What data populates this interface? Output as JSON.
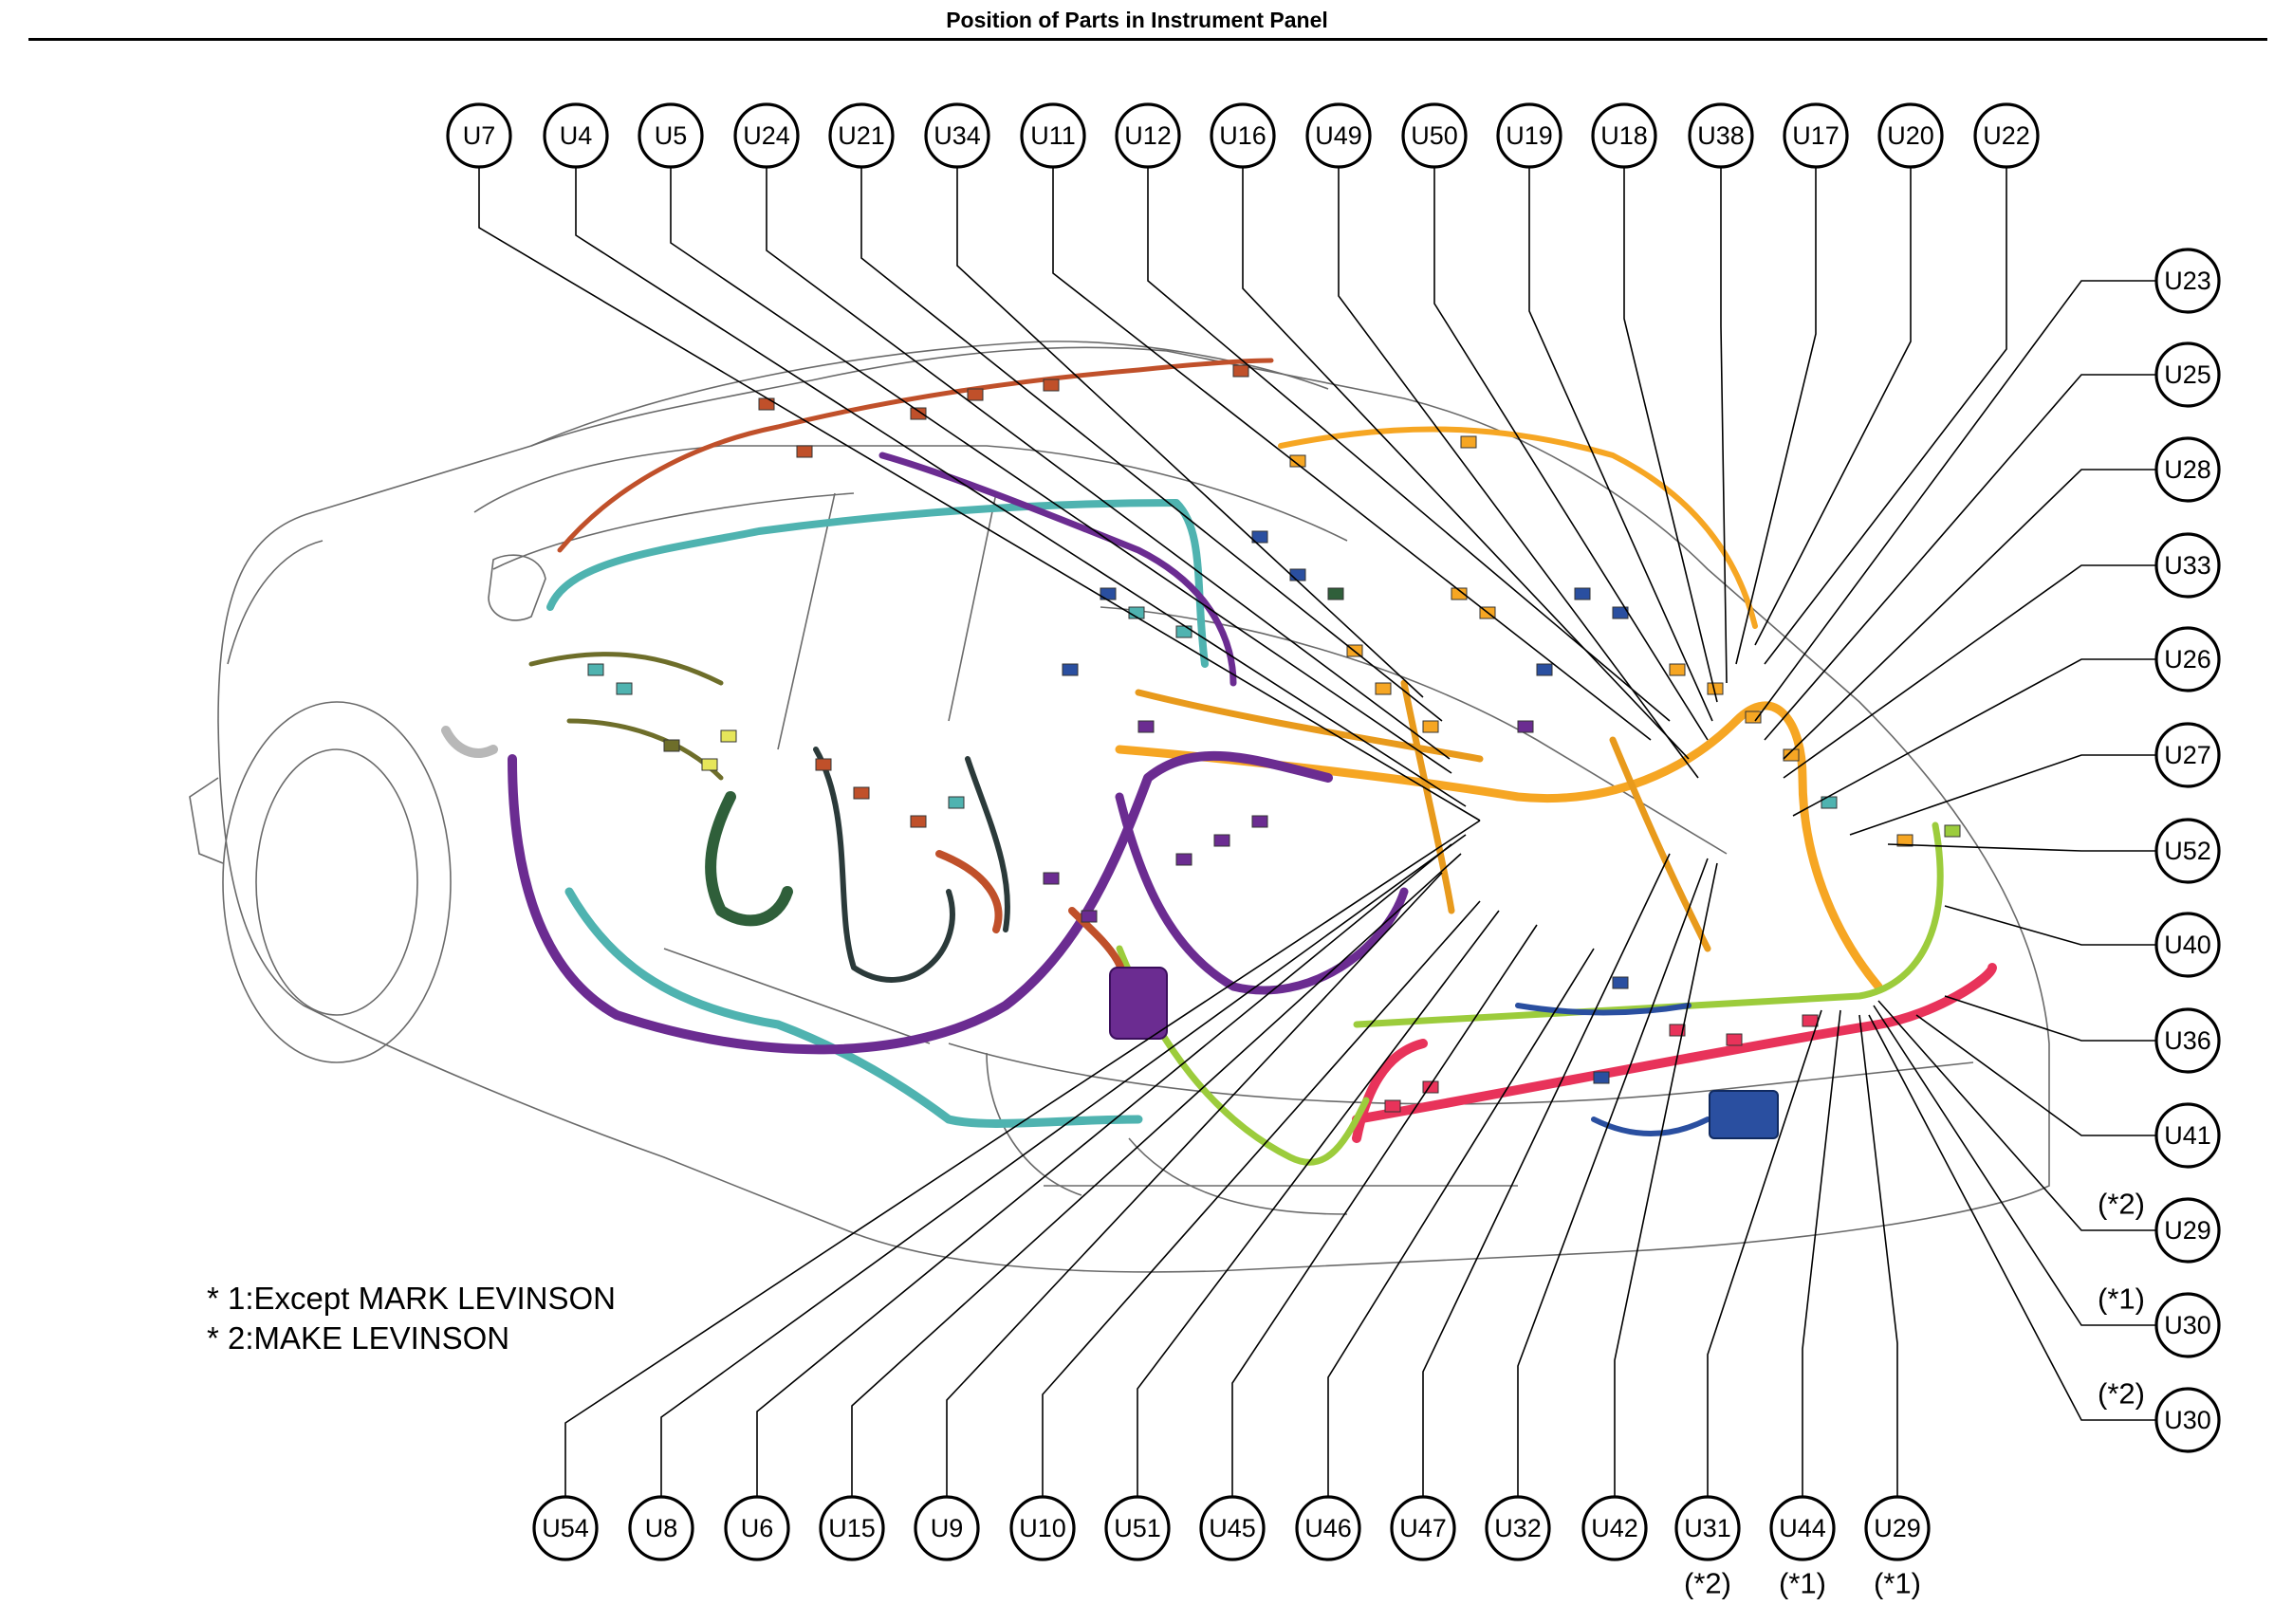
{
  "title": "Position of Parts in Instrument Panel",
  "notes": [
    "* 1:Except MARK LEVINSON",
    "* 2:MAKE LEVINSON"
  ],
  "colors": {
    "orange_harness": "#f6a623",
    "purple_harness": "#6b2c91",
    "teal_harness": "#4fb3b0",
    "red_harness": "#e8335a",
    "green_harness": "#2f5f3a",
    "lime_harness": "#9ccc3c",
    "brown_harness": "#c0502a",
    "blue_connector": "#2a4fa0",
    "gray_harness": "#b8b8b8"
  },
  "top_labels": [
    "U7",
    "U4",
    "U5",
    "U24",
    "U21",
    "U34",
    "U11",
    "U12",
    "U16",
    "U49",
    "U50",
    "U19",
    "U18",
    "U38",
    "U17",
    "U20",
    "U22"
  ],
  "right_labels": [
    {
      "label": "U23",
      "qualifier": ""
    },
    {
      "label": "U25",
      "qualifier": ""
    },
    {
      "label": "U28",
      "qualifier": ""
    },
    {
      "label": "U33",
      "qualifier": ""
    },
    {
      "label": "U26",
      "qualifier": ""
    },
    {
      "label": "U27",
      "qualifier": ""
    },
    {
      "label": "U52",
      "qualifier": ""
    },
    {
      "label": "U40",
      "qualifier": ""
    },
    {
      "label": "U36",
      "qualifier": ""
    },
    {
      "label": "U41",
      "qualifier": ""
    },
    {
      "label": "U29",
      "qualifier": "(*2)"
    },
    {
      "label": "U30",
      "qualifier": "(*1)"
    },
    {
      "label": "U30",
      "qualifier": "(*2)"
    }
  ],
  "bottom_labels": [
    {
      "label": "U54",
      "qualifier": ""
    },
    {
      "label": "U8",
      "qualifier": ""
    },
    {
      "label": "U6",
      "qualifier": ""
    },
    {
      "label": "U15",
      "qualifier": ""
    },
    {
      "label": "U9",
      "qualifier": ""
    },
    {
      "label": "U10",
      "qualifier": ""
    },
    {
      "label": "U51",
      "qualifier": ""
    },
    {
      "label": "U45",
      "qualifier": ""
    },
    {
      "label": "U46",
      "qualifier": ""
    },
    {
      "label": "U47",
      "qualifier": ""
    },
    {
      "label": "U32",
      "qualifier": ""
    },
    {
      "label": "U42",
      "qualifier": ""
    },
    {
      "label": "U31",
      "qualifier": "(*2)"
    },
    {
      "label": "U44",
      "qualifier": "(*1)"
    },
    {
      "label": "U29",
      "qualifier": "(*1)"
    }
  ]
}
